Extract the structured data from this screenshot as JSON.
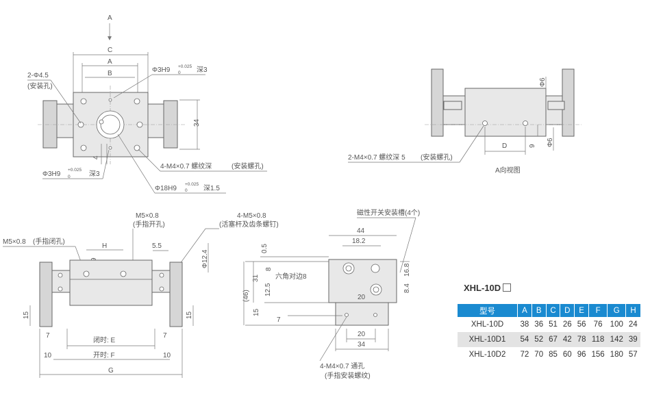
{
  "top_view": {
    "label_A": "A",
    "label_C": "C",
    "label_A2": "A",
    "label_B": "B",
    "hole_label": "2-Φ4.5",
    "hole_sub": "(安装孔)",
    "pin_label": "Φ3H9",
    "pin_tol_up": "+0.025",
    "pin_tol_lo": "0",
    "pin_depth": "深3",
    "dim_34": "34",
    "dim_4": "4",
    "pin2_label": "Φ3H9",
    "pin2_tol_up": "+0.025",
    "pin2_tol_lo": "0",
    "pin2_depth": "深3",
    "thread_label": "4-M4×0.7 螺纹深",
    "thread_sub": "(安装螺孔)",
    "bore_label": "Φ18H9",
    "bore_tol_up": "+0.025",
    "bore_tol_lo": "0",
    "bore_depth": "深1.5"
  },
  "a_view": {
    "phi6_top": "Φ6",
    "phi6_bot": "Φ6",
    "dim_D": "D",
    "dim_9": "9",
    "thread_label": "2-M4×0.7 螺纹深 5",
    "thread_sub": "(安装螺孔)",
    "caption": "A向视图"
  },
  "front_view": {
    "m5_top": "M5×0.8",
    "m5_top_sub": "(手指开孔)",
    "m5_left": "M5×0.8",
    "m5_left_sub": "(手指闭孔)",
    "plug_label": "4-M5×0.8",
    "plug_sub": "(活塞杆及齿条螺钉)",
    "dim_H": "H",
    "dim_9": "9",
    "dim_55": "5.5",
    "dim_phi124": "Φ12.4",
    "dim_15_left": "15",
    "dim_15_right": "15",
    "dim_7_left": "7",
    "dim_7_right": "7",
    "close_label": "闭时: E",
    "open_label": "开时: F",
    "dim_10_left": "10",
    "dim_10_right": "10",
    "dim_G": "G"
  },
  "side_view": {
    "slot_label": "磁性开关安装槽(4个)",
    "dim_44": "44",
    "dim_182": "18.2",
    "dim_05": "0.5",
    "dim_8": "8",
    "hex_label": "六角对边8",
    "dim_31": "31",
    "dim_46": "(46)",
    "dim_125": "12.5",
    "dim_15": "15",
    "dim_7": "7",
    "dim_20_inner": "20",
    "dim_168": "16.8",
    "dim_84": "8.4",
    "dim_20": "20",
    "dim_34": "34",
    "thread_label": "4-M4×0.7 通孔",
    "thread_sub": "(手指安装螺纹)"
  },
  "table": {
    "title": "XHL-10D",
    "headers": [
      "型号",
      "A",
      "B",
      "C",
      "D",
      "E",
      "F",
      "G",
      "H"
    ],
    "rows": [
      [
        "XHL-10D",
        "38",
        "36",
        "51",
        "26",
        "56",
        "76",
        "100",
        "24"
      ],
      [
        "XHL-10D1",
        "54",
        "52",
        "67",
        "42",
        "78",
        "118",
        "142",
        "39"
      ],
      [
        "XHL-10D2",
        "72",
        "70",
        "85",
        "60",
        "96",
        "156",
        "180",
        "57"
      ]
    ]
  }
}
